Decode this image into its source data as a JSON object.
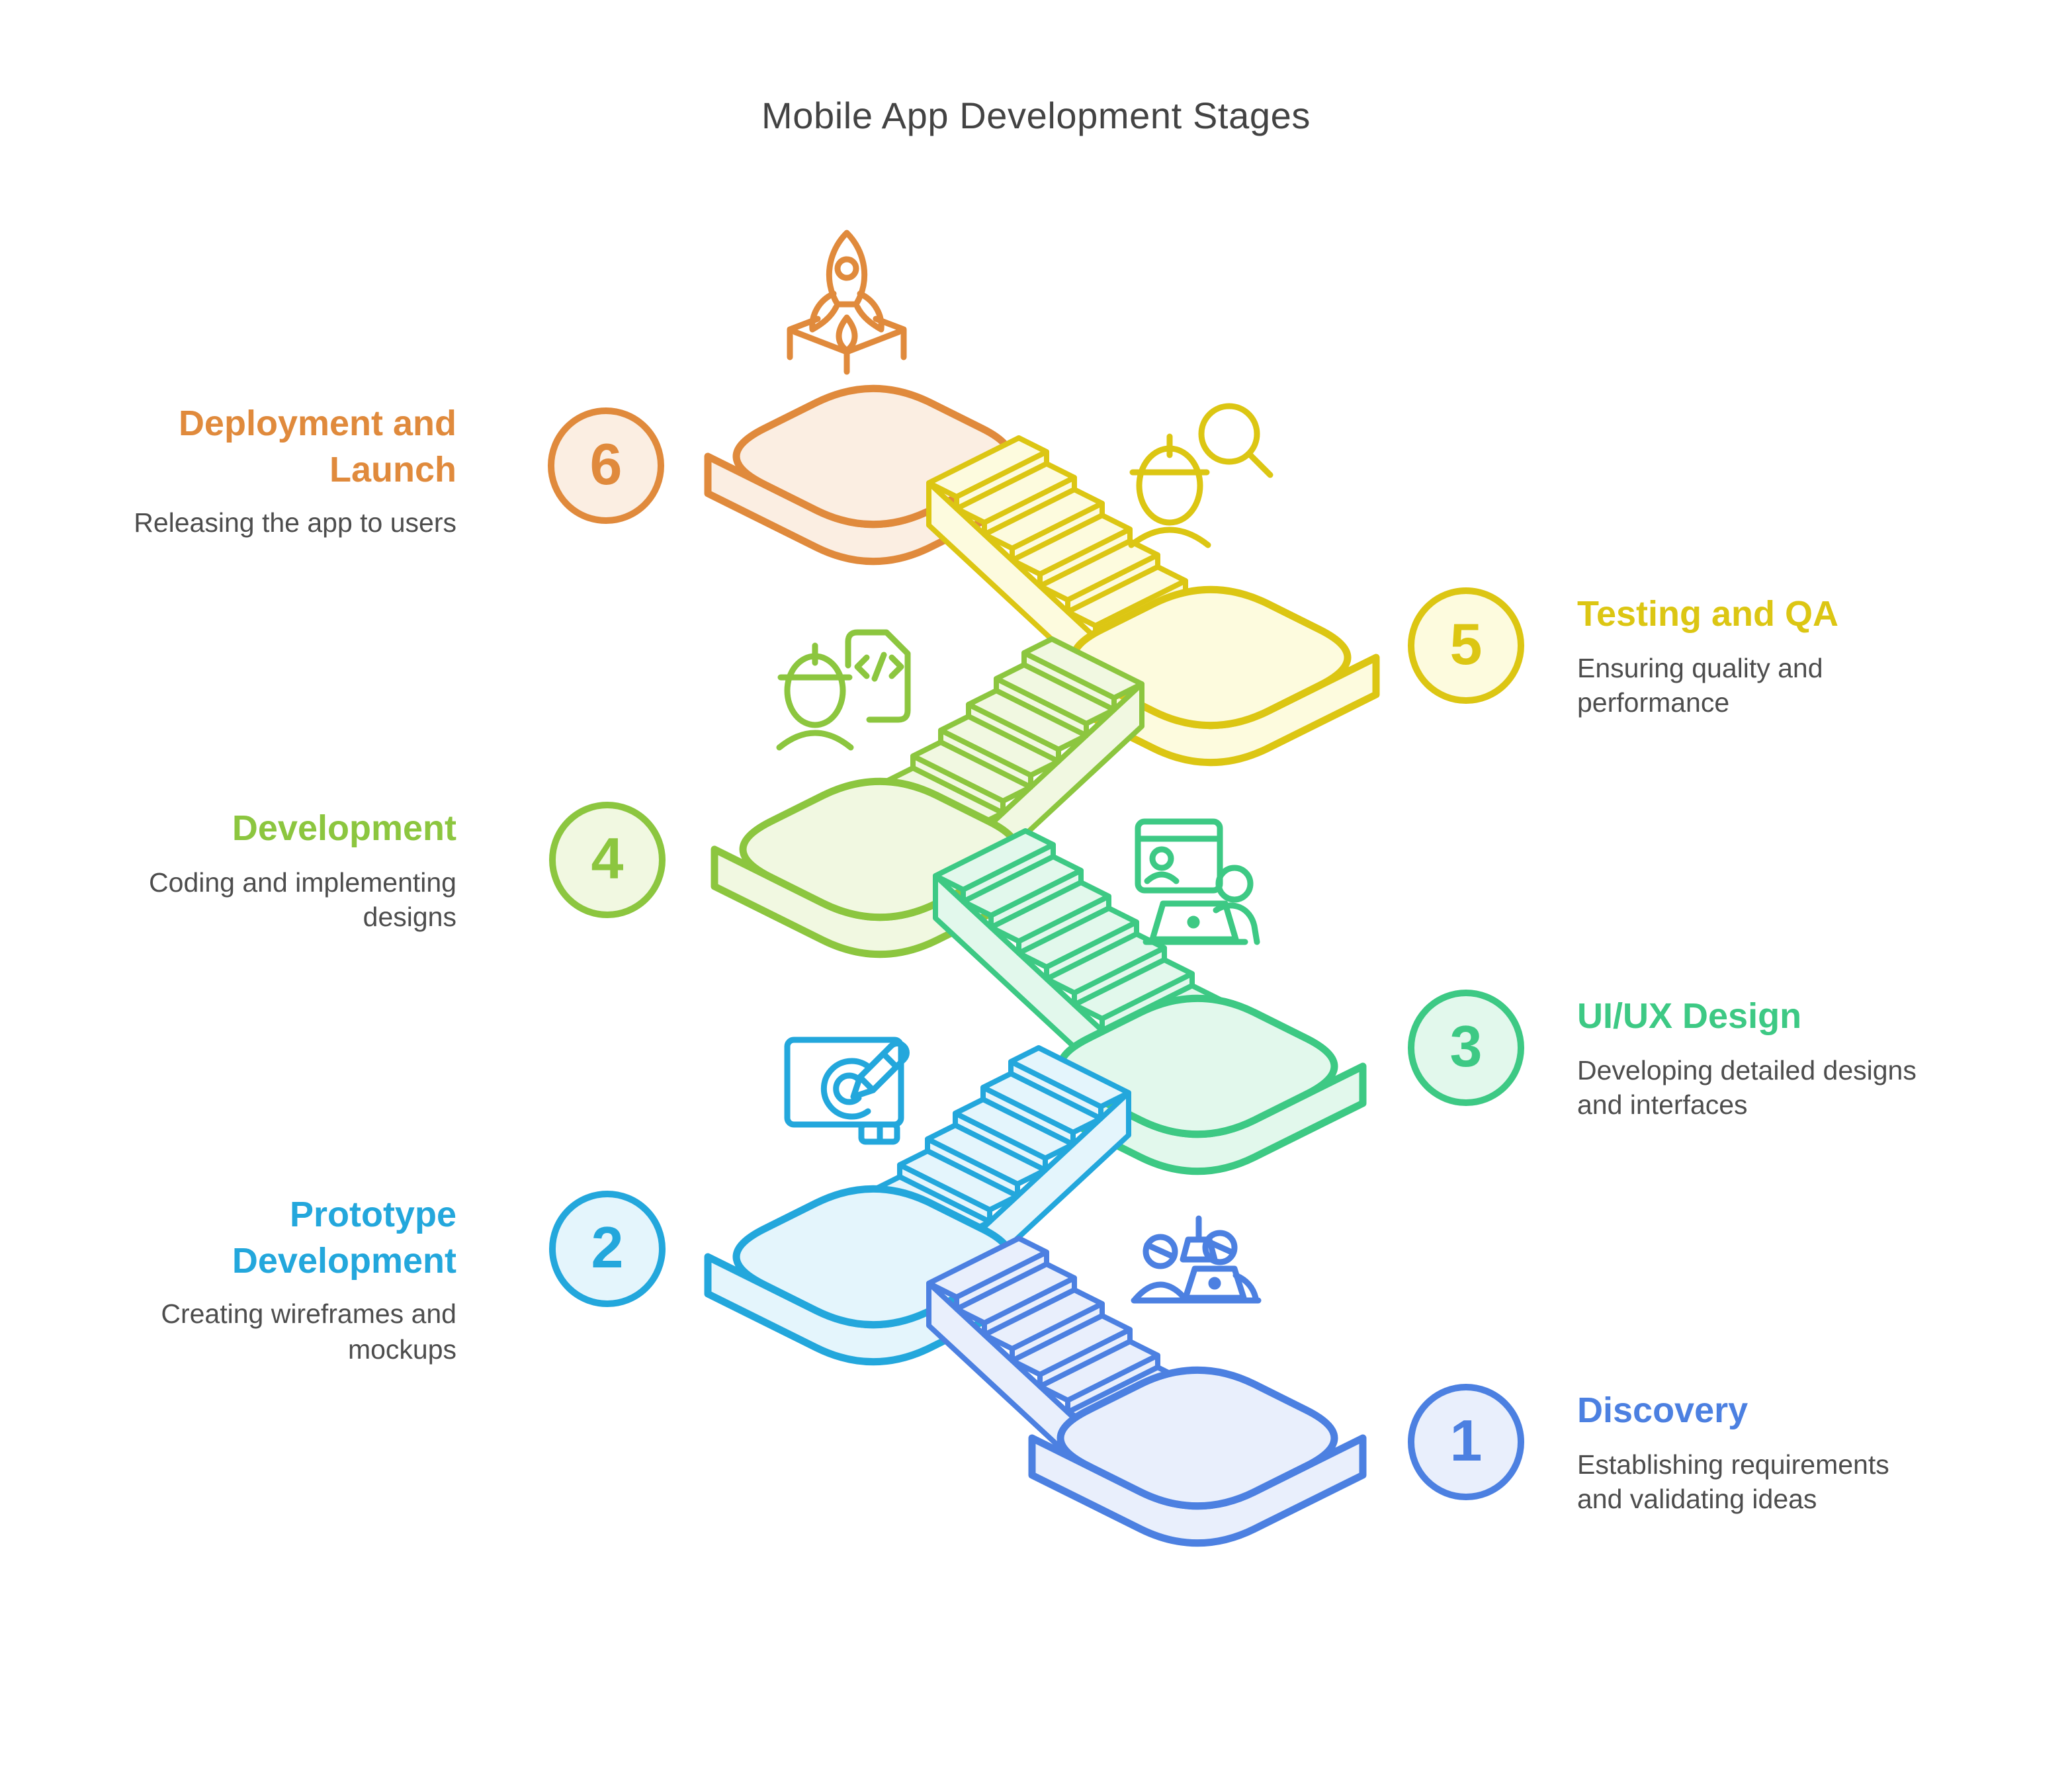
{
  "title": "Mobile App Development Stages",
  "title_color": "#434343",
  "description_color": "#4D4D4D",
  "background": "#FFFFFF",
  "stages": [
    {
      "number": "1",
      "title": "Discovery",
      "description": "Establishing requirements and validating ideas",
      "side": "right",
      "color": "#4C80E1",
      "fill": "#E9EFFC",
      "icon": "discovery-team-icon"
    },
    {
      "number": "2",
      "title": "Prototype Development",
      "description": "Creating wireframes and mockups",
      "side": "left",
      "color": "#23A7DC",
      "fill": "#E4F5FC",
      "icon": "artboard-pencil-icon"
    },
    {
      "number": "3",
      "title": "UI/UX Design",
      "description": "Developing detailed designs and interfaces",
      "side": "right",
      "color": "#3DC984",
      "fill": "#E2F8EC",
      "icon": "designer-card-icon"
    },
    {
      "number": "4",
      "title": "Development",
      "description": "Coding and implementing designs",
      "side": "left",
      "color": "#8CC63F",
      "fill": "#F1F8E1",
      "icon": "engineer-code-icon"
    },
    {
      "number": "5",
      "title": "Testing and QA",
      "description": "Ensuring quality and performance",
      "side": "right",
      "color": "#DCC613",
      "fill": "#FDFBDE",
      "icon": "engineer-search-icon"
    },
    {
      "number": "6",
      "title": "Deployment and Launch",
      "description": "Releasing the app to users",
      "side": "left",
      "color": "#E08A3C",
      "fill": "#FBEEE2",
      "icon": "rocket-launch-icon"
    }
  ]
}
